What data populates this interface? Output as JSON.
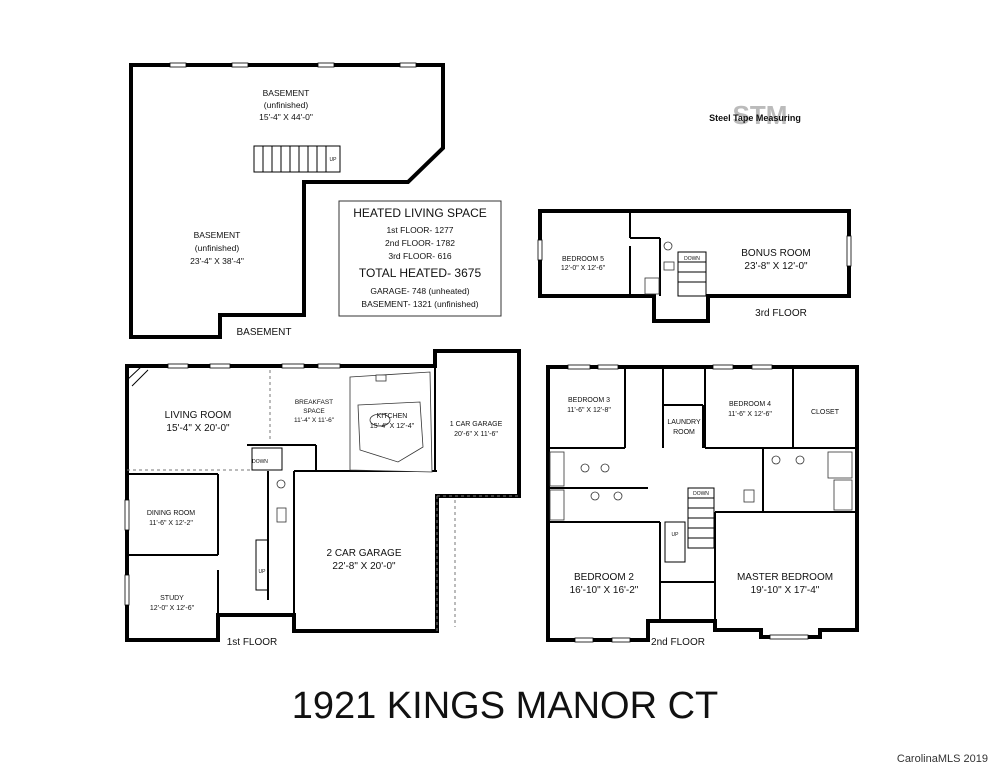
{
  "title": "1921 KINGS MANOR CT",
  "watermark": "CarolinaMLS 2019",
  "logo": {
    "text": "Steel Tape Measuring",
    "mark": "STM"
  },
  "summary": {
    "heading": "HEATED LIVING SPACE",
    "lines": [
      "1st FLOOR- 1277",
      "2nd FLOOR- 1782",
      "3rd FLOOR- 616"
    ],
    "total": "TOTAL HEATED- 3675",
    "extra": [
      "GARAGE- 748 (unheated)",
      "BASEMENT- 1321 (unfinished)"
    ]
  },
  "basement": {
    "label": "BASEMENT",
    "rooms": [
      {
        "name": "BASEMENT",
        "note": "(unfinished)",
        "size": "15'-4\" X 44'-0\""
      },
      {
        "name": "BASEMENT",
        "note": "(unfinished)",
        "size": "23'-4\" X 38'-4\""
      }
    ],
    "stair": "UP"
  },
  "floor3": {
    "label": "3rd FLOOR",
    "rooms": [
      {
        "name": "BEDROOM 5",
        "size": "12'-0\" X 12'-6\""
      },
      {
        "name": "BONUS ROOM",
        "size": "23'-8\" X 12'-0\""
      }
    ],
    "stair": "DOWN"
  },
  "floor1": {
    "label": "1st FLOOR",
    "rooms": [
      {
        "name": "LIVING ROOM",
        "size": "15'-4\" X 20'-0\""
      },
      {
        "name": "BREAKFAST",
        "name2": "SPACE",
        "size": "11'-4\" X 11'-6\""
      },
      {
        "name": "KITCHEN",
        "size": "15'-4\" X 12'-4\""
      },
      {
        "name": "1 CAR GARAGE",
        "size": "20'-6\" X 11'-6\""
      },
      {
        "name": "DINING ROOM",
        "size": "11'-6\" X 12'-2\""
      },
      {
        "name": "2 CAR GARAGE",
        "size": "22'-8\" X 20'-0\""
      },
      {
        "name": "STUDY",
        "size": "12'-0\" X 12'-6\""
      }
    ],
    "stair_down": "DOWN",
    "stair_up": "UP"
  },
  "floor2": {
    "label": "2nd FLOOR",
    "rooms": [
      {
        "name": "BEDROOM 3",
        "size": "11'-6\" X 12'-8\""
      },
      {
        "name": "LAUNDRY",
        "name2": "ROOM"
      },
      {
        "name": "BEDROOM 4",
        "size": "11'-6\" X 12'-6\""
      },
      {
        "name": "CLOSET"
      },
      {
        "name": "BEDROOM 2",
        "size": "16'-10\" X 16'-2\""
      },
      {
        "name": "MASTER BEDROOM",
        "size": "19'-10\" X 17'-4\""
      }
    ],
    "stair_down": "DOWN",
    "stair_up": "UP"
  }
}
